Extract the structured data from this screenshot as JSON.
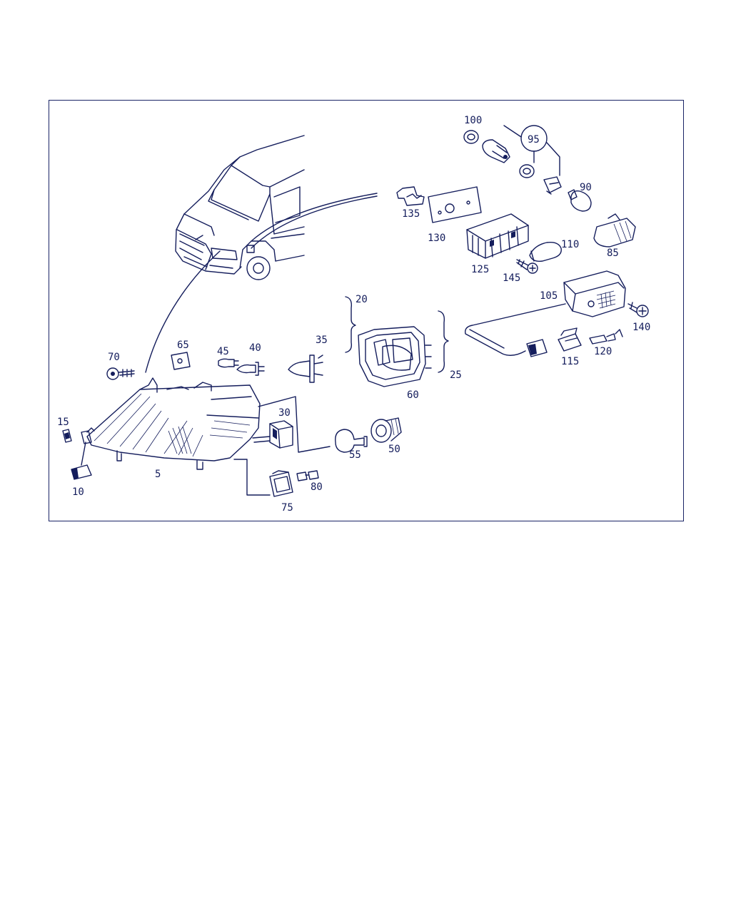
{
  "diagram": {
    "colors": {
      "ink": "#141d5c",
      "frame": "#1a2466",
      "background": "#ffffff"
    },
    "part_numbers": {
      "p5": "5",
      "p10": "10",
      "p15": "15",
      "p20": "20",
      "p25": "25",
      "p30": "30",
      "p35": "35",
      "p40": "40",
      "p45": "45",
      "p50": "50",
      "p55": "55",
      "p60": "60",
      "p65": "65",
      "p70": "70",
      "p75": "75",
      "p80": "80",
      "p85": "85",
      "p90": "90",
      "p95": "95",
      "p100": "100",
      "p105": "105",
      "p110": "110",
      "p115": "115",
      "p120": "120",
      "p125": "125",
      "p130": "130",
      "p135": "135",
      "p140": "140",
      "p145": "145"
    }
  }
}
